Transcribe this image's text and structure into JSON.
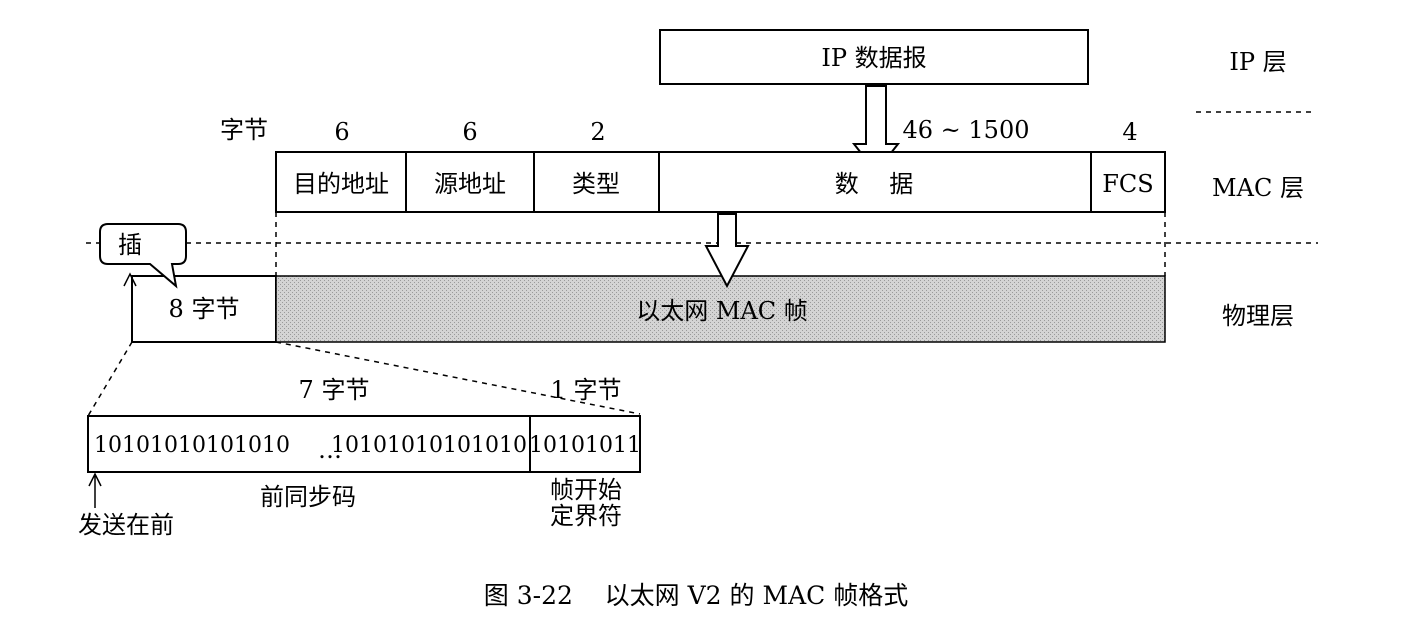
{
  "layers": {
    "ip": "IP 层",
    "mac": "MAC 层",
    "physical": "物理层"
  },
  "ip_datagram": "IP 数据报",
  "byte_label": "字节",
  "field_sizes": {
    "dest": "6",
    "src": "6",
    "type": "2",
    "data": "46 ~ 1500",
    "fcs": "4"
  },
  "fields": {
    "dest": "目的地址",
    "src": "源地址",
    "type": "类型",
    "data": "数    据",
    "fcs": "FCS"
  },
  "physical": {
    "preamble_bytes": "8 字节",
    "mac_frame": "以太网 MAC 帧"
  },
  "insert_label": "插",
  "preamble_detail": {
    "seven_bytes": "7 字节",
    "one_byte": "1 字节",
    "bits_left": "10101010101010",
    "ellipsis": "…",
    "bits_right": "10101010101010",
    "sfd_bits": "10101011",
    "preamble_name": "前同步码",
    "sfd_name_1": "帧开始",
    "sfd_name_2": "定界符",
    "send_first": "发送在前"
  },
  "caption": "图 3-22    以太网 V2 的 MAC 帧格式"
}
